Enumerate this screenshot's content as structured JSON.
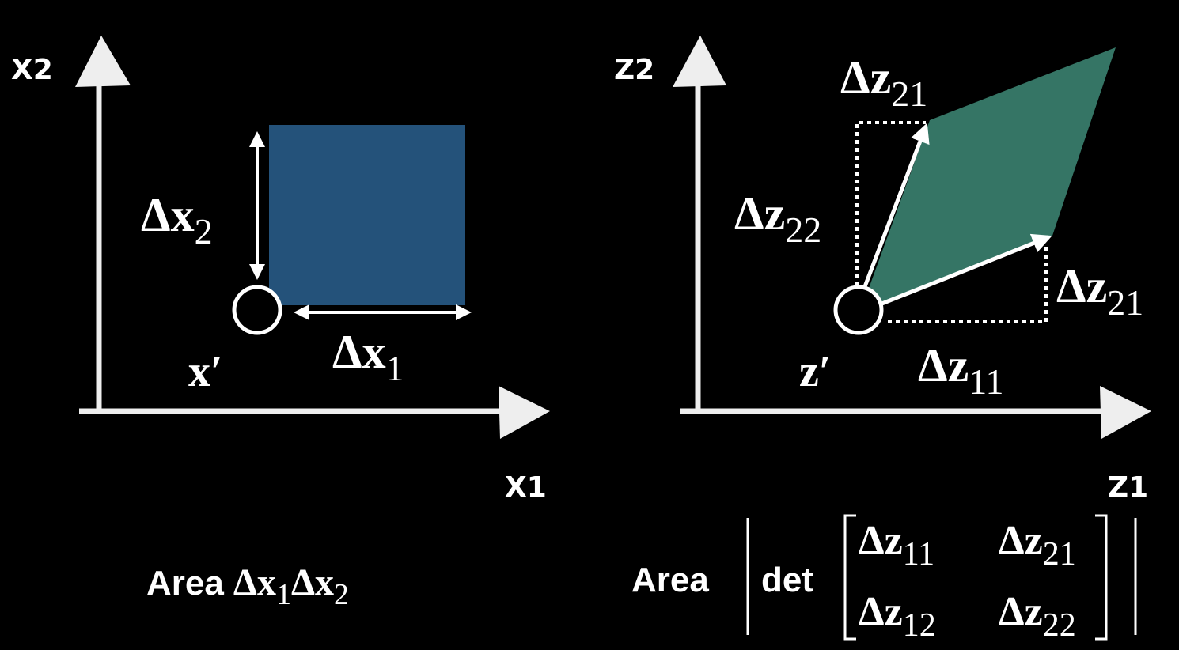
{
  "left": {
    "axis_y_label": "X2",
    "axis_x_label": "X1",
    "delta_x2": {
      "main": "Δx",
      "sub": "2"
    },
    "delta_x1": {
      "main": "Δx",
      "sub": "1"
    },
    "point": "x′",
    "area": {
      "word": "Area",
      "t1": "Δx",
      "s1": "1",
      "t2": "Δx",
      "s2": "2"
    },
    "square_color": "#24527a"
  },
  "right": {
    "axis_y_label": "Z2",
    "axis_x_label": "Z1",
    "top_label": {
      "main": "Δz",
      "sub": "21"
    },
    "left_label": {
      "main": "Δz",
      "sub": "22"
    },
    "right_label": {
      "main": "Δz",
      "sub": "21"
    },
    "bottom_label": {
      "main": "Δz",
      "sub": "11"
    },
    "point": "z′",
    "parallelogram_color": "#357565",
    "area": {
      "word": "Area",
      "det": "det",
      "matrix": [
        [
          {
            "main": "Δz",
            "sub": "11"
          },
          {
            "main": "Δz",
            "sub": "21"
          }
        ],
        [
          {
            "main": "Δz",
            "sub": "12"
          },
          {
            "main": "Δz",
            "sub": "22"
          }
        ]
      ]
    }
  }
}
